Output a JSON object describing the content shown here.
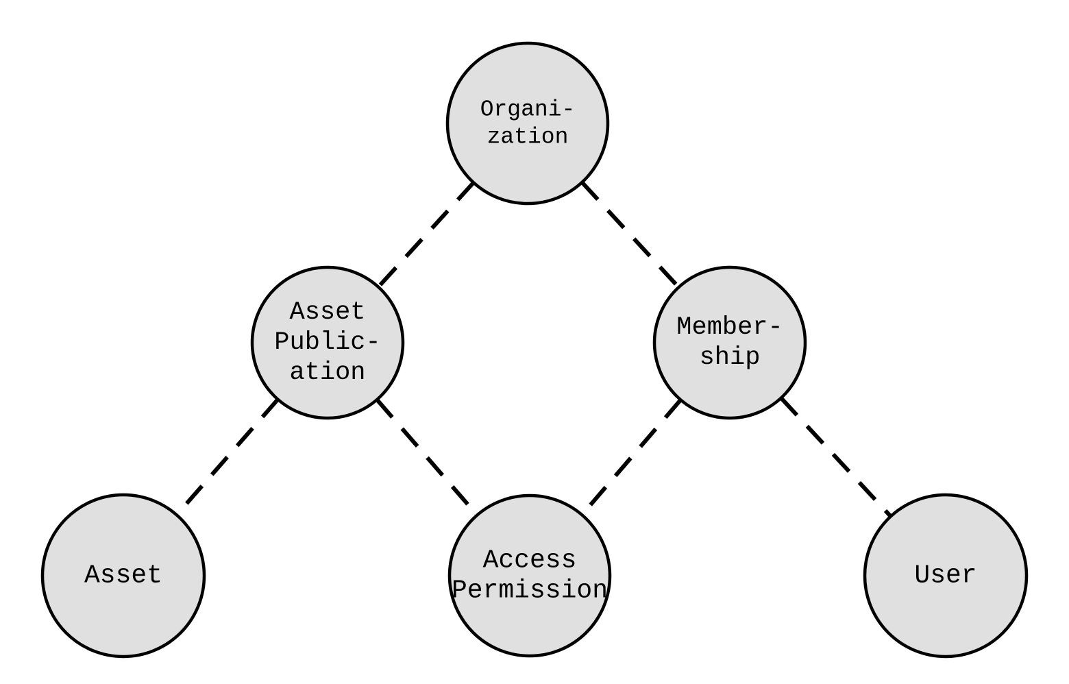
{
  "diagram": {
    "type": "graph",
    "description": "Entity relationship graph of circular nodes joined by dashed lines",
    "background_color": "#ffffff",
    "node_fill": "#e0e0e0",
    "node_stroke": "#000000",
    "edge_color": "#000000",
    "edge_style": "dashed",
    "nodes": [
      {
        "id": "organization",
        "label": "Organization",
        "lines": [
          "Organi-",
          "zation"
        ]
      },
      {
        "id": "asset-publication",
        "label": "Asset Publication",
        "lines": [
          "Asset",
          "Public-",
          "ation"
        ]
      },
      {
        "id": "membership",
        "label": "Membership",
        "lines": [
          "Member-",
          "ship"
        ]
      },
      {
        "id": "asset",
        "label": "Asset",
        "lines": [
          "Asset"
        ]
      },
      {
        "id": "access-permission",
        "label": "Access Permission",
        "lines": [
          "Access",
          "Permission"
        ]
      },
      {
        "id": "user",
        "label": "User",
        "lines": [
          "User"
        ]
      }
    ],
    "edges": [
      {
        "from": "organization",
        "to": "asset-publication"
      },
      {
        "from": "organization",
        "to": "membership"
      },
      {
        "from": "asset-publication",
        "to": "asset"
      },
      {
        "from": "asset-publication",
        "to": "access-permission"
      },
      {
        "from": "membership",
        "to": "access-permission"
      },
      {
        "from": "membership",
        "to": "user"
      }
    ]
  }
}
